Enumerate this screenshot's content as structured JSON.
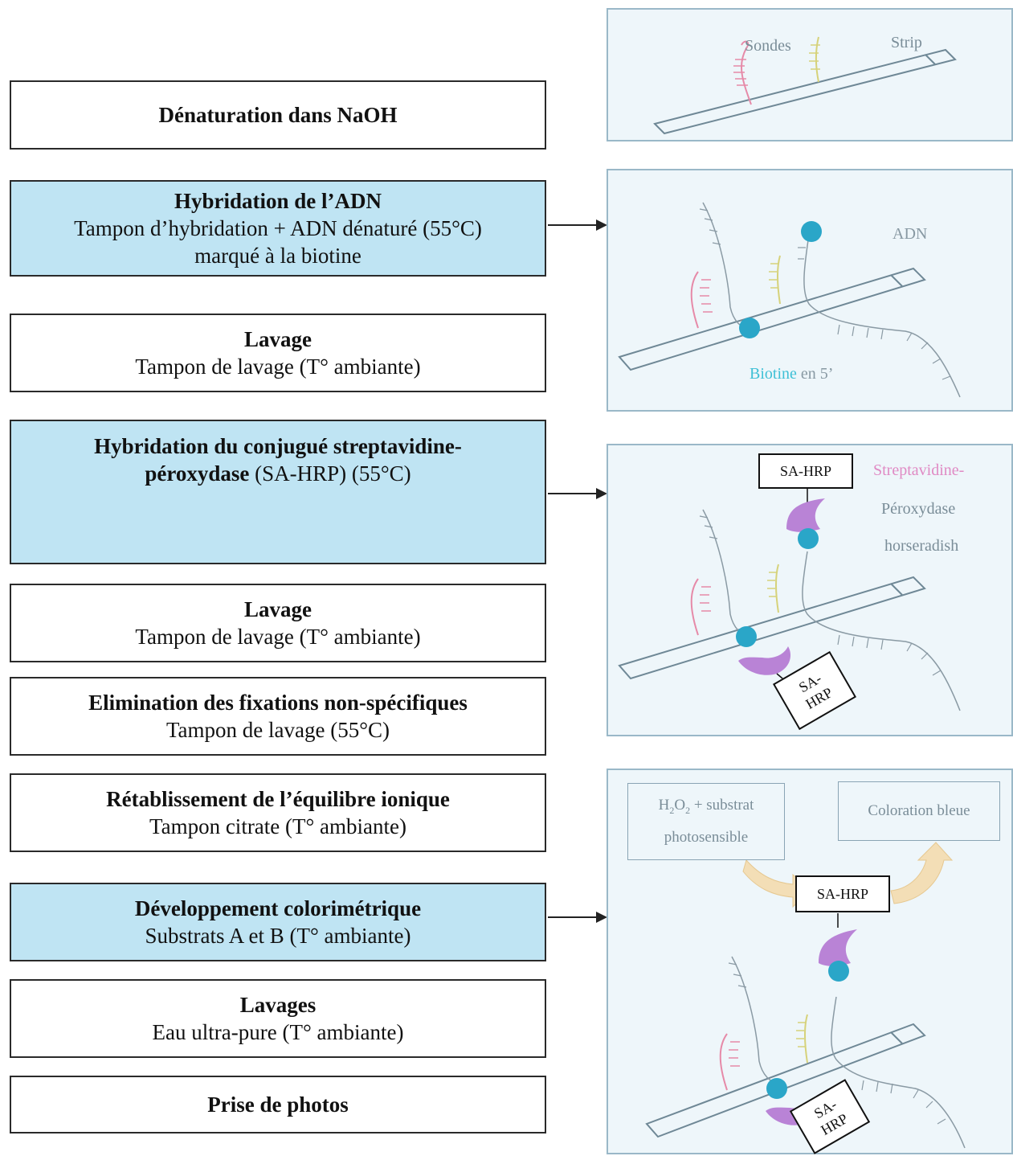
{
  "steps": [
    {
      "title": "Dénaturation dans NaOH",
      "sub": []
    },
    {
      "title": "Hybridation de l’ADN",
      "sub": [
        "Tampon d’hybridation + ADN dénaturé (55°C)",
        "marqué à la biotine"
      ]
    },
    {
      "title": "Lavage",
      "sub": [
        "Tampon de lavage (T° ambiante)"
      ]
    },
    {
      "title": "Hybridation du conjugué streptavidine-",
      "title2": "péroxydase",
      "title2_tail": " (SA-HRP) (55°C)"
    },
    {
      "title": "Lavage",
      "sub": [
        "Tampon de lavage (T° ambiante)"
      ]
    },
    {
      "title": "Elimination des fixations non-spécifiques",
      "sub": [
        "Tampon de lavage (55°C)"
      ]
    },
    {
      "title": "Rétablissement de l’équilibre ionique",
      "sub": [
        "Tampon citrate (T° ambiante)"
      ]
    },
    {
      "title": "Développement colorimétrique",
      "sub": [
        "Substrats A et B (T° ambiante)"
      ]
    },
    {
      "title": "Lavages",
      "sub": [
        "Eau ultra-pure (T° ambiante)"
      ]
    },
    {
      "title": "Prise de photos",
      "sub": []
    }
  ],
  "panel1": {
    "sondes": "Sondes",
    "strip": "Strip"
  },
  "panel2": {
    "adn": "ADN",
    "biotine": "Biotine",
    "biotine_tail": " en 5’"
  },
  "panel3": {
    "sahrp_top": "SA-HRP",
    "strep": "Streptavidine-",
    "perox": "Péroxydase",
    "horse": "horseradish",
    "sa": "SA-",
    "hrp": "HRP"
  },
  "panel4": {
    "h2o2_a": "H",
    "h2o2_sub1": "2",
    "h2o2_b": "O",
    "h2o2_sub2": "2",
    "h2o2_c": " + substrat",
    "photo": "photosensible",
    "bleue": "Coloration bleue",
    "sahrp_mid": "SA-HRP",
    "sa": "SA-",
    "hrp": "HRP"
  },
  "colors": {
    "highlight": "#bfe4f3",
    "biotin": "#2aa6c8",
    "streptavidin": "#b983d6",
    "probe_pink": "#e68aa8",
    "probe_yellow": "#d6d27a",
    "dna": "#8a9aa4"
  }
}
